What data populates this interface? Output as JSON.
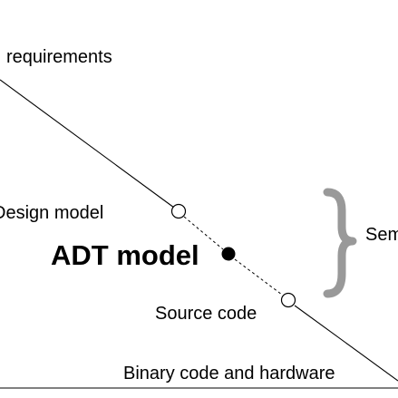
{
  "labels": {
    "requirements": "requirements",
    "design_model": "Design model",
    "adt_model": "ADT model",
    "source_code": "Source code",
    "binary_code": "Binary code and hardware",
    "semantic_gap": "Sem"
  },
  "colors": {
    "line": "#000000",
    "brace": "#999999",
    "node_fill": "#ffffff",
    "adt_node_fill": "#000000"
  }
}
